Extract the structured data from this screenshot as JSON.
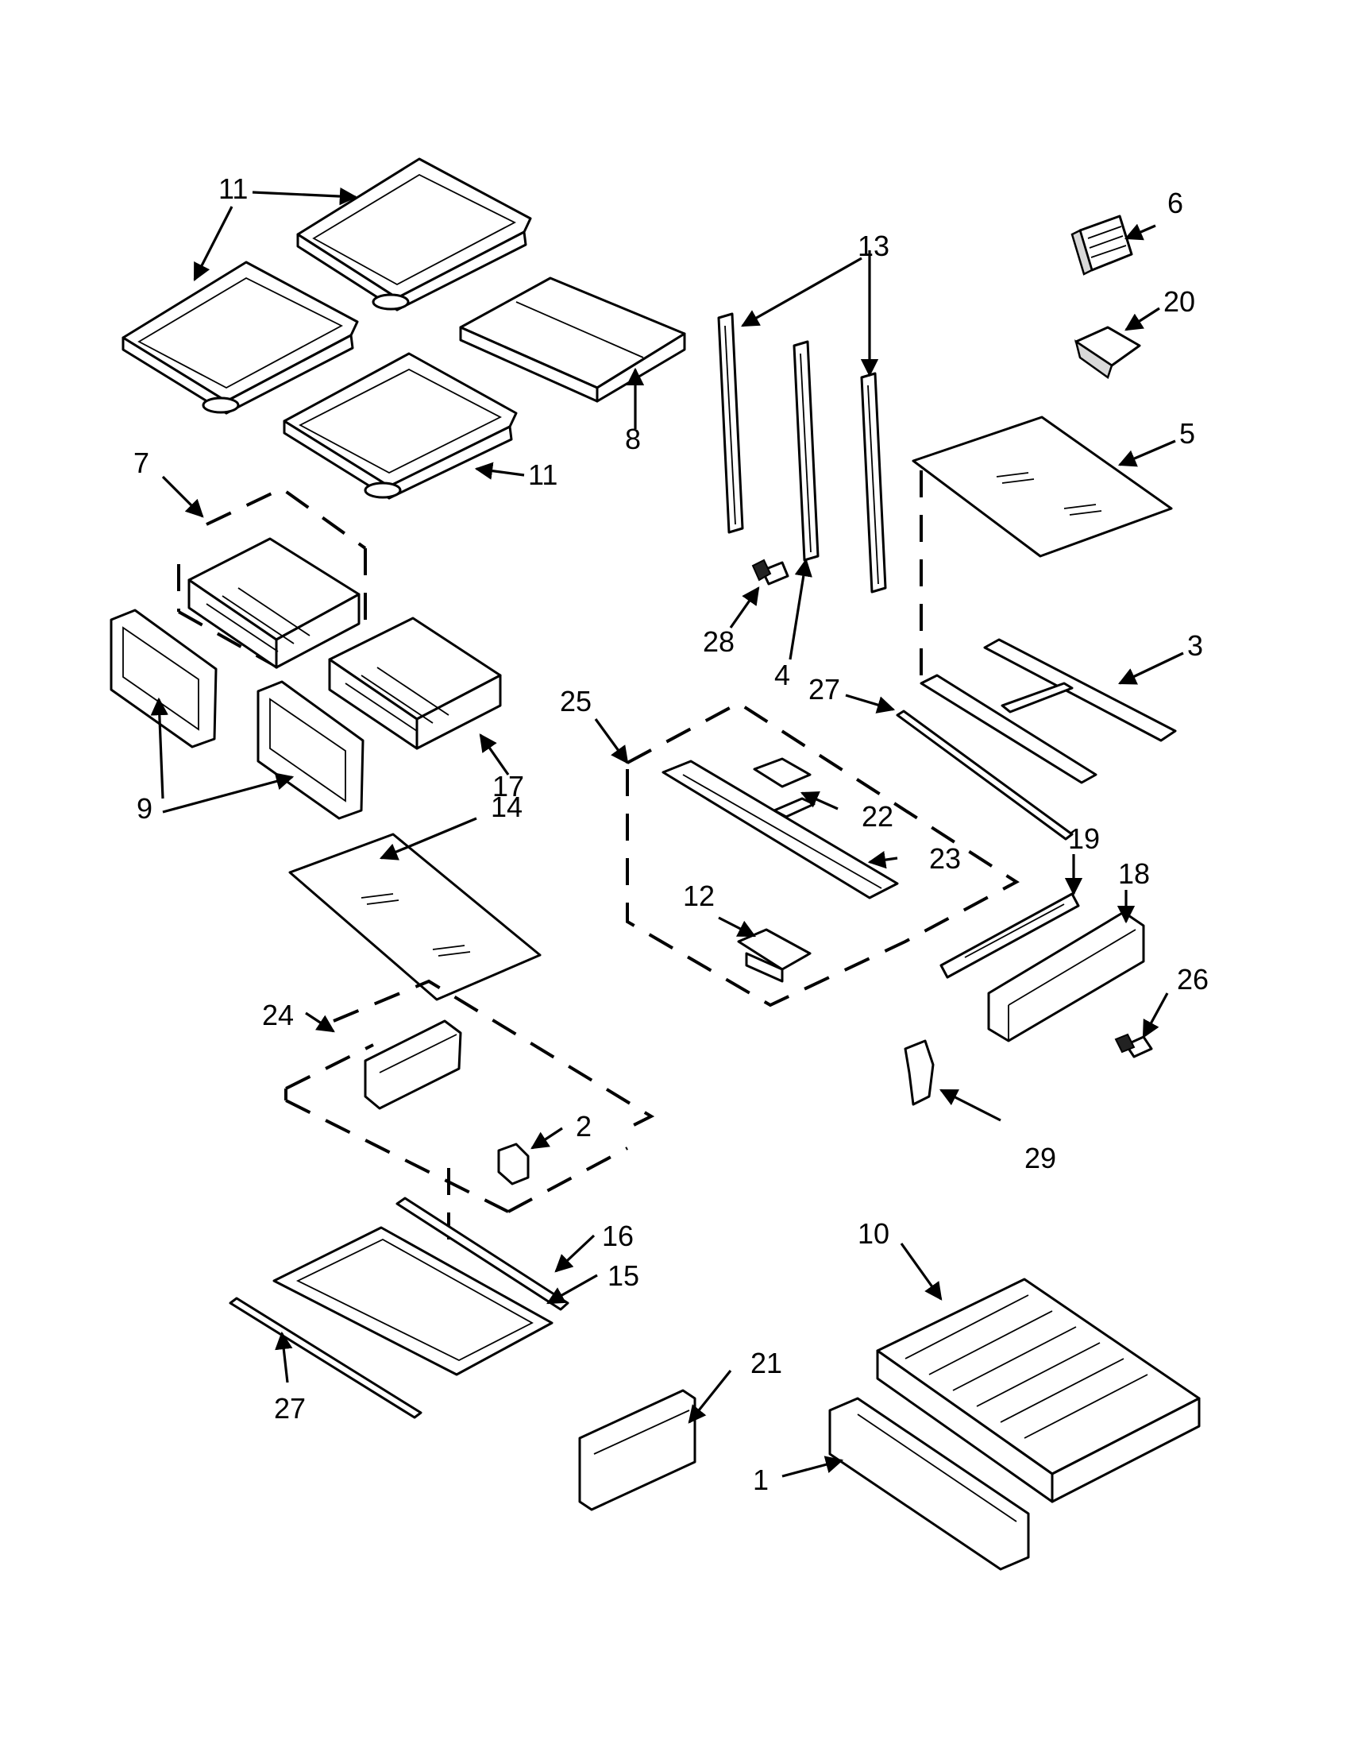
{
  "diagram": {
    "callouts": [
      {
        "id": "c-11a",
        "text": "11"
      },
      {
        "id": "c-11b",
        "text": "11"
      },
      {
        "id": "c-6",
        "text": "6"
      },
      {
        "id": "c-20",
        "text": "20"
      },
      {
        "id": "c-13",
        "text": "13"
      },
      {
        "id": "c-8",
        "text": "8"
      },
      {
        "id": "c-5",
        "text": "5"
      },
      {
        "id": "c-7",
        "text": "7"
      },
      {
        "id": "c-28",
        "text": "28"
      },
      {
        "id": "c-4",
        "text": "4"
      },
      {
        "id": "c-3",
        "text": "3"
      },
      {
        "id": "c-27a",
        "text": "27"
      },
      {
        "id": "c-25",
        "text": "25"
      },
      {
        "id": "c-17",
        "text": "17"
      },
      {
        "id": "c-9",
        "text": "9"
      },
      {
        "id": "c-14",
        "text": "14"
      },
      {
        "id": "c-22",
        "text": "22"
      },
      {
        "id": "c-23",
        "text": "23"
      },
      {
        "id": "c-19",
        "text": "19"
      },
      {
        "id": "c-18",
        "text": "18"
      },
      {
        "id": "c-12",
        "text": "12"
      },
      {
        "id": "c-26",
        "text": "26"
      },
      {
        "id": "c-24",
        "text": "24"
      },
      {
        "id": "c-2",
        "text": "2"
      },
      {
        "id": "c-29",
        "text": "29"
      },
      {
        "id": "c-16",
        "text": "16"
      },
      {
        "id": "c-15",
        "text": "15"
      },
      {
        "id": "c-10",
        "text": "10"
      },
      {
        "id": "c-21",
        "text": "21"
      },
      {
        "id": "c-27b",
        "text": "27"
      },
      {
        "id": "c-1",
        "text": "1"
      }
    ]
  }
}
